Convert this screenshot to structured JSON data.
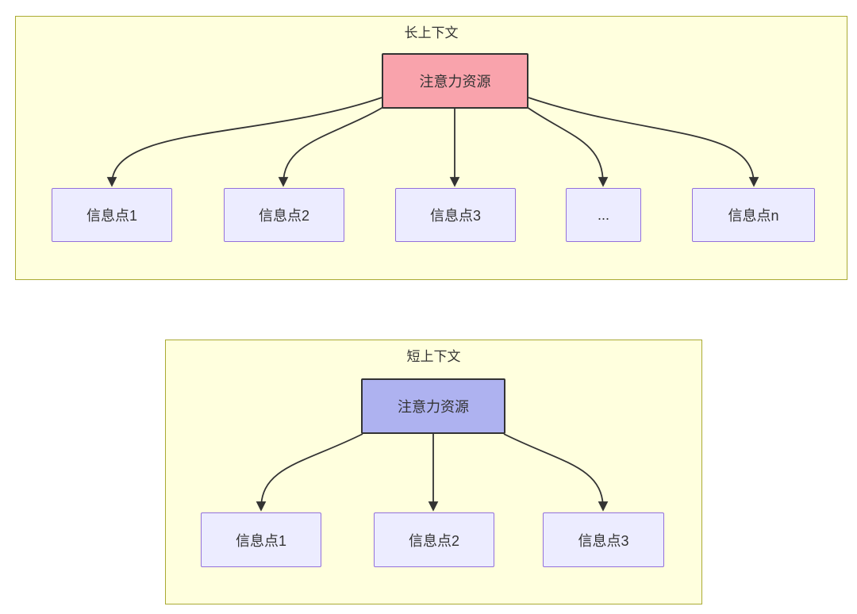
{
  "diagram": {
    "arrow_color": "#333333",
    "text_color": "#333333",
    "panels": [
      {
        "title": "长上下文",
        "fill": "#ffffde",
        "border_color": "#aaaa33",
        "source_node": {
          "label": "注意力资源",
          "fill": "#f9a3ac",
          "border_color": "#333333"
        },
        "target_fill": "#ececff",
        "target_border_color": "#9370db",
        "targets": [
          {
            "label": "信息点1"
          },
          {
            "label": "信息点2"
          },
          {
            "label": "信息点3"
          },
          {
            "label": "..."
          },
          {
            "label": "信息点n"
          }
        ]
      },
      {
        "title": "短上下文",
        "fill": "#ffffde",
        "border_color": "#aaaa33",
        "source_node": {
          "label": "注意力资源",
          "fill": "#aeb2f0",
          "border_color": "#333333"
        },
        "target_fill": "#ececff",
        "target_border_color": "#9370db",
        "targets": [
          {
            "label": "信息点1"
          },
          {
            "label": "信息点2"
          },
          {
            "label": "信息点3"
          }
        ]
      }
    ]
  }
}
